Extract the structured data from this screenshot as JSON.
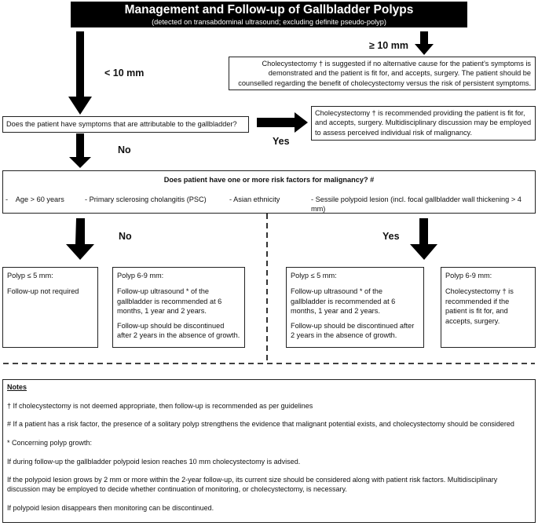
{
  "title": "Management and Follow-up of Gallbladder Polyps",
  "subtitle": "(detected on transabdominal ultrasound; excluding definite pseudo-polyp)",
  "labels": {
    "ge10": "≥ 10 mm",
    "lt10": "< 10 mm",
    "no1": "No",
    "yes1": "Yes",
    "no2": "No",
    "yes2": "Yes"
  },
  "box_ge10": "Cholecystectomy † is suggested if no alternative cause for the patient’s symptoms is demonstrated and the patient is fit for, and accepts, surgery. The patient should be counselled regarding the benefit of cholecystectomy versus the risk of persistent symptoms.",
  "q_symptoms": "Does the patient have symptoms that are attributable to the gallbladder?",
  "box_symptomatic": "Cholecystectomy † is recommended providing the patient is fit for, and accepts, surgery. Multidisciplinary discussion may be employed to assess perceived individual risk of malignancy.",
  "risk": {
    "question": "Does patient have one or more risk factors for malignancy? #",
    "items": [
      "-    Age > 60 years",
      "- Primary sclerosing cholangitis (PSC)",
      "- Asian ethnicity",
      "- Sessile polypoid lesion (incl. focal gallbladder wall thickening > 4 mm)"
    ]
  },
  "no_small": {
    "heading": "Polyp ≤ 5 mm:",
    "body": "Follow-up not required"
  },
  "no_mid": {
    "heading": "Polyp 6-9 mm:",
    "p1": "Follow-up ultrasound * of the gallbladder is recommended at 6 months, 1 year and 2 years.",
    "p2": "Follow-up should be discontinued after 2 years in the absence of growth."
  },
  "yes_small": {
    "heading": "Polyp ≤ 5 mm:",
    "p1": "Follow-up ultrasound * of the gallbladder is recommended at 6 months, 1 year and 2 years.",
    "p2": "Follow-up should be discontinued after 2 years in the absence of growth."
  },
  "yes_mid": {
    "heading": "Polyp 6-9 mm:",
    "body": "Cholecystectomy † is recommended if the patient is fit for, and accepts, surgery."
  },
  "notes": {
    "heading": "Notes",
    "items": [
      "† If cholecystectomy is not deemed appropriate, then follow-up is recommended as per guidelines",
      "# If a patient has a risk factor, the presence of a solitary polyp strengthens the evidence that malignant potential exists, and cholecystectomy should be considered",
      "* Concerning polyp growth:",
      "If during follow-up the gallbladder polypoid lesion reaches 10 mm cholecystectomy is advised.",
      "If the polypoid lesion grows by 2 mm or more within the 2-year follow-up, its current size should be considered along with patient risk factors. Multidisciplinary discussion may be employed to decide whether continuation of monitoring, or cholecystectomy, is necessary.",
      "If polypoid lesion disappears then monitoring can be discontinued."
    ]
  }
}
